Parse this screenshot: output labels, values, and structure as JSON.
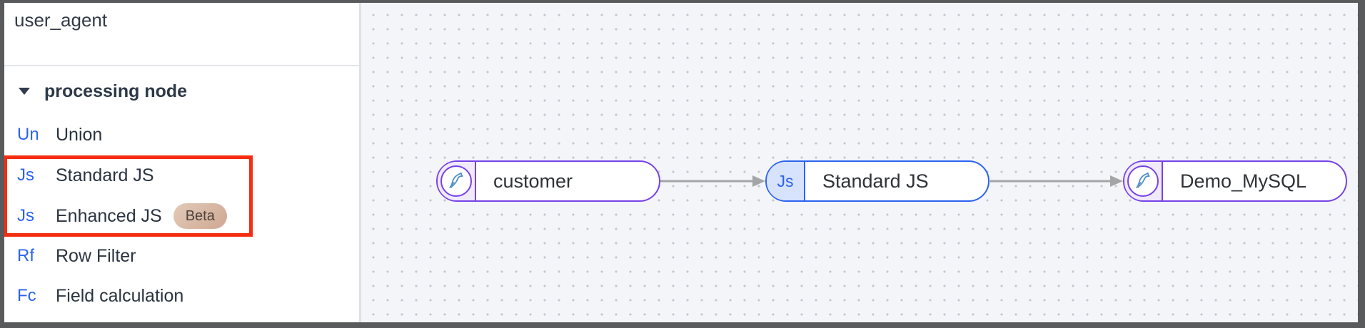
{
  "frame": {
    "border_color": "#595a5c"
  },
  "sidebar": {
    "search_value": "user_agent",
    "section": {
      "label": "processing node",
      "state": "expanded"
    },
    "items": [
      {
        "abbr": "Un",
        "label": "Union"
      },
      {
        "abbr": "Js",
        "label": "Standard JS"
      },
      {
        "abbr": "Js",
        "label": "Enhanced JS",
        "badge": "Beta"
      },
      {
        "abbr": "Rf",
        "label": "Row Filter"
      },
      {
        "abbr": "Fc",
        "label": "Field calculation"
      }
    ],
    "highlight": {
      "color": "#f42d10",
      "items": [
        "Standard JS",
        "Enhanced JS"
      ]
    }
  },
  "canvas": {
    "nodes": [
      {
        "label": "customer",
        "icon": "mysql-dolphin-icon",
        "theme": "purple"
      },
      {
        "label": "Standard JS",
        "icon_text": "Js",
        "theme": "blue"
      },
      {
        "label": "Demo_MySQL",
        "icon": "mysql-dolphin-icon",
        "theme": "purple"
      }
    ],
    "edges": [
      {
        "from": "customer",
        "to": "Standard JS"
      },
      {
        "from": "Standard JS",
        "to": "Demo_MySQL"
      }
    ]
  },
  "colors": {
    "accent_blue": "#2b63f0",
    "node_purple": "#7642e8",
    "node_purple_bg": "#f0eafb",
    "node_blue_bg": "#d7e2fc",
    "canvas_bg": "#f3f5f9",
    "grid_dot": "#c3c7d0",
    "arrow_gray": "#a5a5a8",
    "beta_badge_bg": "#d5b49e",
    "highlight_red": "#f42d10",
    "dolphin_blue": "#4e8fc9"
  }
}
